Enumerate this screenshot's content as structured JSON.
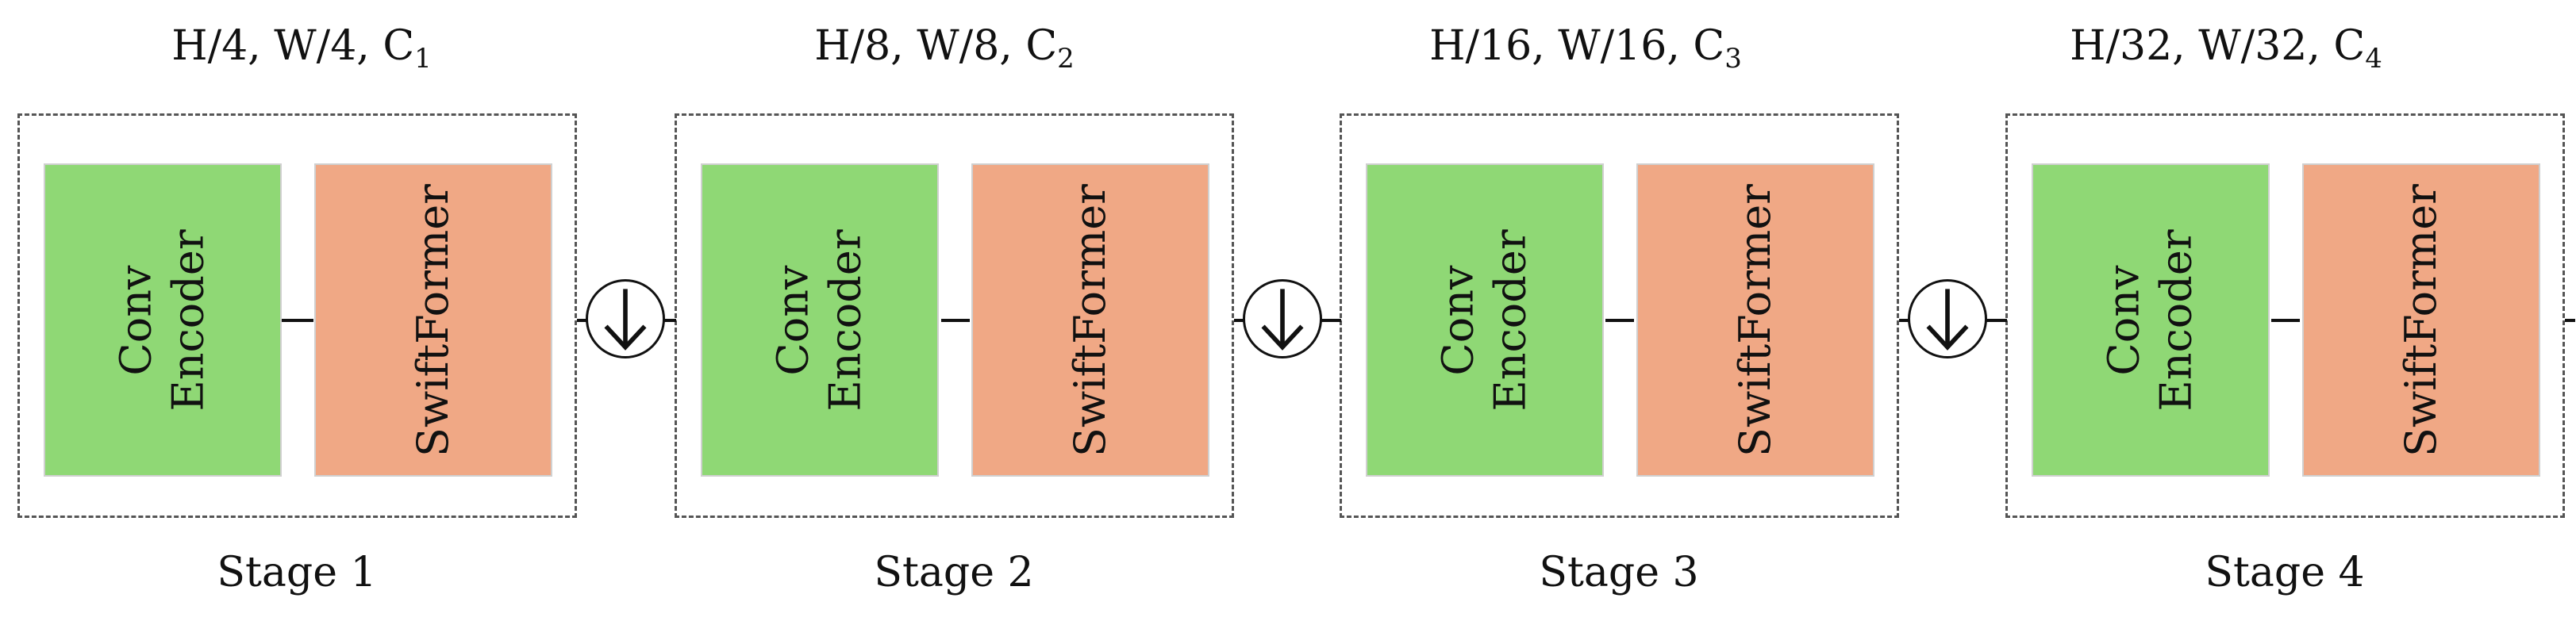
{
  "stages": [
    {
      "label": "Stage 1",
      "resolution": {
        "text": "H/4, W/4, C",
        "sub": "1"
      },
      "conv_line1": "Conv",
      "conv_line2": "Encoder",
      "former": "SwiftFormer"
    },
    {
      "label": "Stage 2",
      "resolution": {
        "text": "H/8, W/8, C",
        "sub": "2"
      },
      "conv_line1": "Conv",
      "conv_line2": "Encoder",
      "former": "SwiftFormer"
    },
    {
      "label": "Stage 3",
      "resolution": {
        "text": "H/16, W/16, C",
        "sub": "3"
      },
      "conv_line1": "Conv",
      "conv_line2": "Encoder",
      "former": "SwiftFormer"
    },
    {
      "label": "Stage 4",
      "resolution": {
        "text": "H/32, W/32, C",
        "sub": "4"
      },
      "conv_line1": "Conv",
      "conv_line2": "Encoder",
      "former": "SwiftFormer"
    }
  ],
  "colors": {
    "conv_encoder": "#8fd875",
    "swiftformer": "#f0a885",
    "stage_border": "#555555",
    "line": "#111111"
  },
  "icons": {
    "downsample": "down-arrow-circle-icon"
  }
}
